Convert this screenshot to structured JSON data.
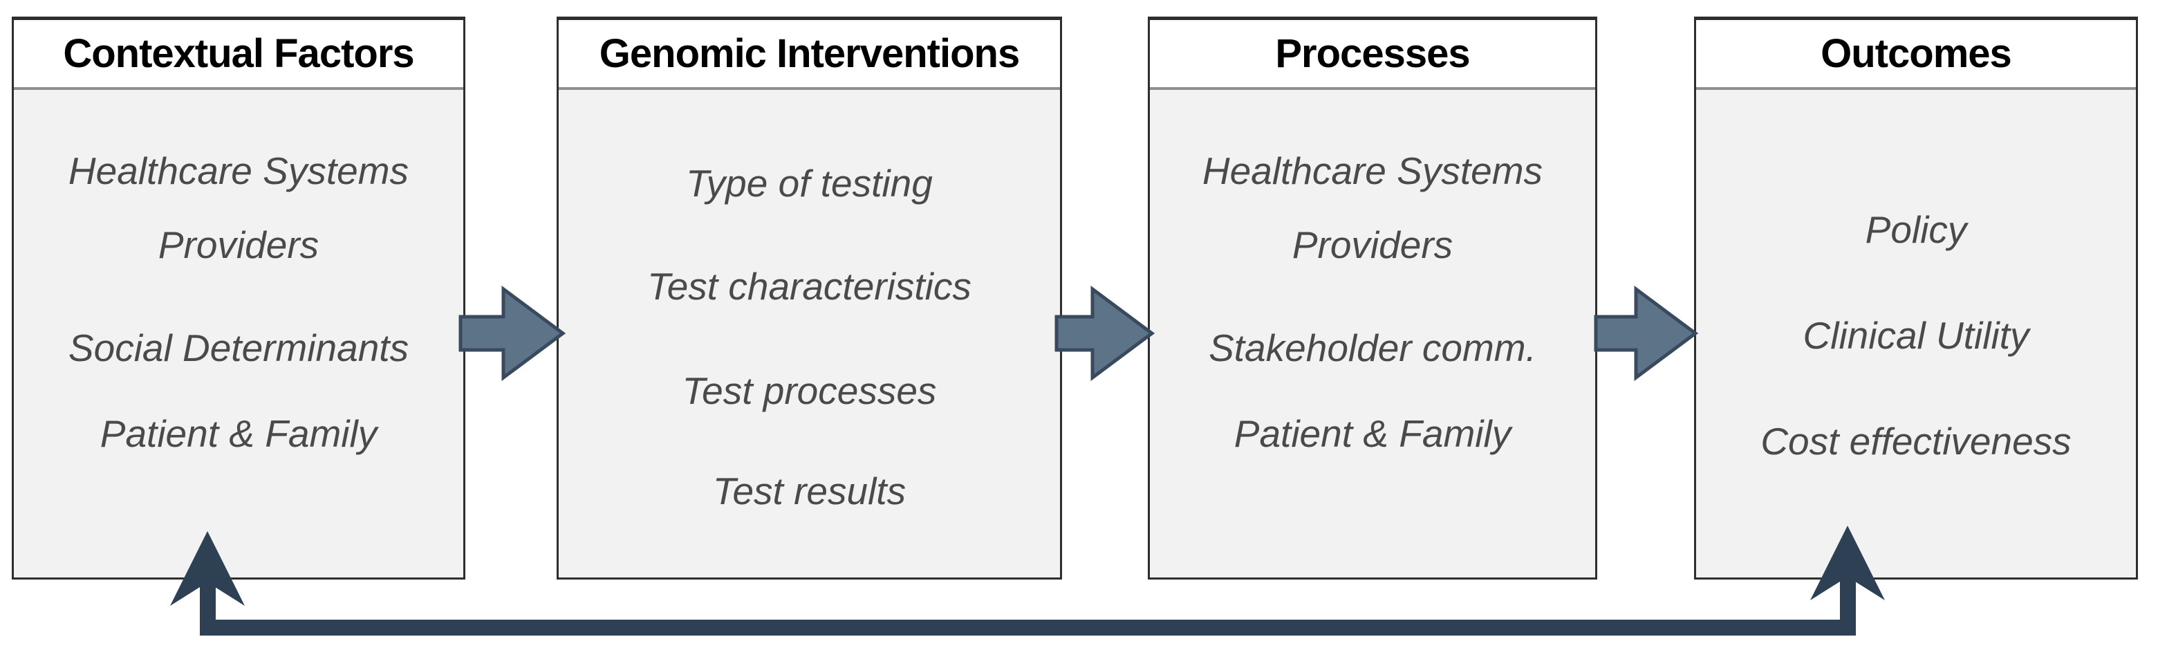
{
  "diagram": {
    "boxes": [
      {
        "title": "Contextual Factors",
        "items": [
          "Healthcare Systems",
          "Providers",
          "Social Determinants",
          "Patient & Family"
        ]
      },
      {
        "title": "Genomic Interventions",
        "items": [
          "Type of testing",
          "Test characteristics",
          "Test processes",
          "Test results"
        ]
      },
      {
        "title": "Processes",
        "items": [
          "Healthcare Systems",
          "Providers",
          "Stakeholder comm.",
          "Patient & Family"
        ]
      },
      {
        "title": "Outcomes",
        "items": [
          "Policy",
          "Clinical Utility",
          "Cost effectiveness"
        ]
      }
    ],
    "connectors": [
      {
        "name": "contextual-factors-to-genomic-interventions",
        "type": "block-arrow-right"
      },
      {
        "name": "genomic-interventions-to-processes",
        "type": "block-arrow-right"
      },
      {
        "name": "processes-to-outcomes",
        "type": "block-arrow-right"
      },
      {
        "name": "feedback-loop-outcomes-to-contextual-factors",
        "type": "elbow-double-up-arrow"
      }
    ],
    "colors": {
      "box_background": "#f2f2f2",
      "header_background": "#ffffff",
      "box_border": "#2e2e2e",
      "header_divider": "#8f8f8f",
      "header_text": "#000000",
      "body_text": "#4a4a4a",
      "flow_arrow_fill": "#5d7387",
      "flow_arrow_outline": "#394a5e",
      "feedback_arrow": "#2e4154"
    }
  }
}
